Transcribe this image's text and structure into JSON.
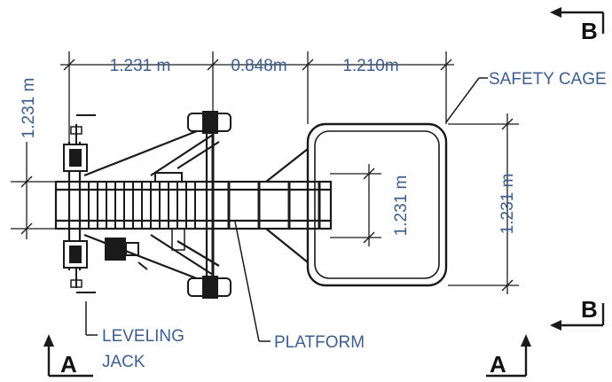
{
  "dimensions": {
    "top_left": "1.231 m",
    "top_middle": "0.848m",
    "top_right": "1.210m",
    "left_vertical": "1.231 m",
    "platform_width": "1.231 m",
    "cage_width": "1.231 m"
  },
  "callouts": {
    "safety_cage": "SAFETY CAGE",
    "leveling_jack_line1": "LEVELING",
    "leveling_jack_line2": "JACK",
    "platform": "PLATFORM"
  },
  "section_markers": {
    "a_left": "A",
    "a_right": "A",
    "b_top": "B",
    "b_bottom": "B"
  },
  "colors": {
    "label_blue": "#3d5f8d",
    "line": "#1a1a1a"
  }
}
